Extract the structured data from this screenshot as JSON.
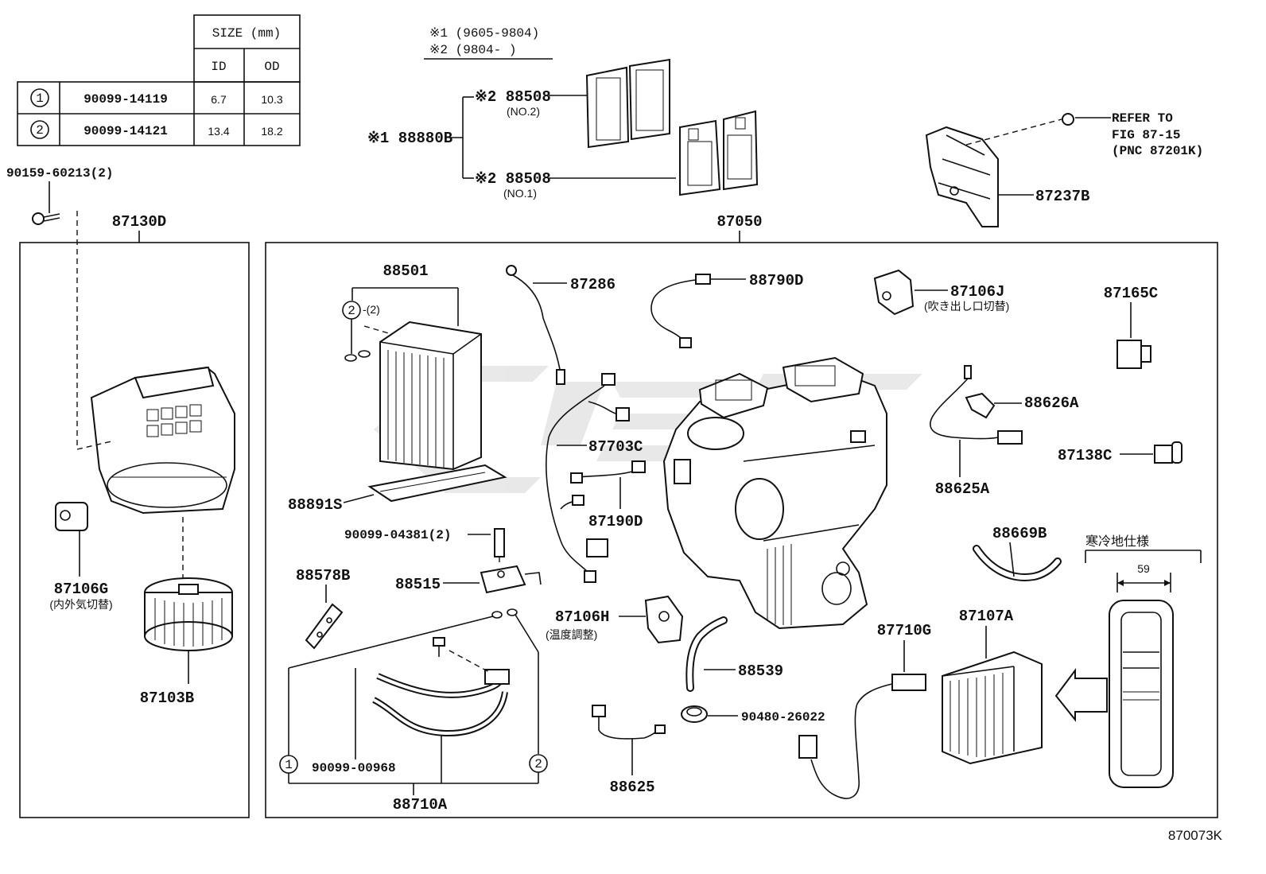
{
  "size_table": {
    "header": "SIZE (mm)",
    "col_id": "ID",
    "col_od": "OD",
    "rows": [
      {
        "marker": "1",
        "part": "90099-14119",
        "id": "6.7",
        "od": "10.3"
      },
      {
        "marker": "2",
        "part": "90099-14121",
        "id": "13.4",
        "od": "18.2"
      }
    ]
  },
  "notes": {
    "note1": "※1 (9605-9804)",
    "note2": "※2 (9804-      )"
  },
  "filters": {
    "assy": "※1 88880B",
    "no2_num": "※2 88508",
    "no2_sub": "(NO.2)",
    "no1_num": "※2 88508",
    "no1_sub": "(NO.1)"
  },
  "refer": {
    "line1": "REFER TO",
    "line2": "FIG 87-15",
    "line3": "(PNC 87201K)"
  },
  "labels": {
    "screw": "90159-60213(2)",
    "blower_unit": "87130D",
    "heater_unit": "87050",
    "bracket": "87237B",
    "evaporator": "88501",
    "oring_qty": "-(2)",
    "sensor_wire": "87286",
    "wire_88790d": "88790D",
    "servo_87106j": "87106J",
    "servo_87106j_desc": "(吹き出し口切替)",
    "relay_87165c": "87165C",
    "harness_87703c": "87703C",
    "sensor_88626a": "88626A",
    "switch_87138c": "87138C",
    "tray_88891s": "88891S",
    "bolt_90099": "90099-04381(2)",
    "wire_87190d": "87190D",
    "wire_88625a": "88625A",
    "servo_87106g": "87106G",
    "servo_87106g_desc": "(内外気切替)",
    "hose_88669b": "88669B",
    "cold_spec": "寒冷地仕様",
    "dim_59": "59",
    "gasket_88578b": "88578B",
    "valve_88515": "88515",
    "servo_87106h": "87106H",
    "servo_87106h_desc": "(温度調整)",
    "resistor_87710g": "87710G",
    "core_87107a": "87107A",
    "motor_87103b": "87103B",
    "hose_88539": "88539",
    "grommet": "90480-26022",
    "pipe_clip": "90099-00968",
    "sensor_88625": "88625",
    "tube_88710a": "88710A",
    "marker1": "1",
    "marker2": "2",
    "fig_no": "870073K"
  }
}
